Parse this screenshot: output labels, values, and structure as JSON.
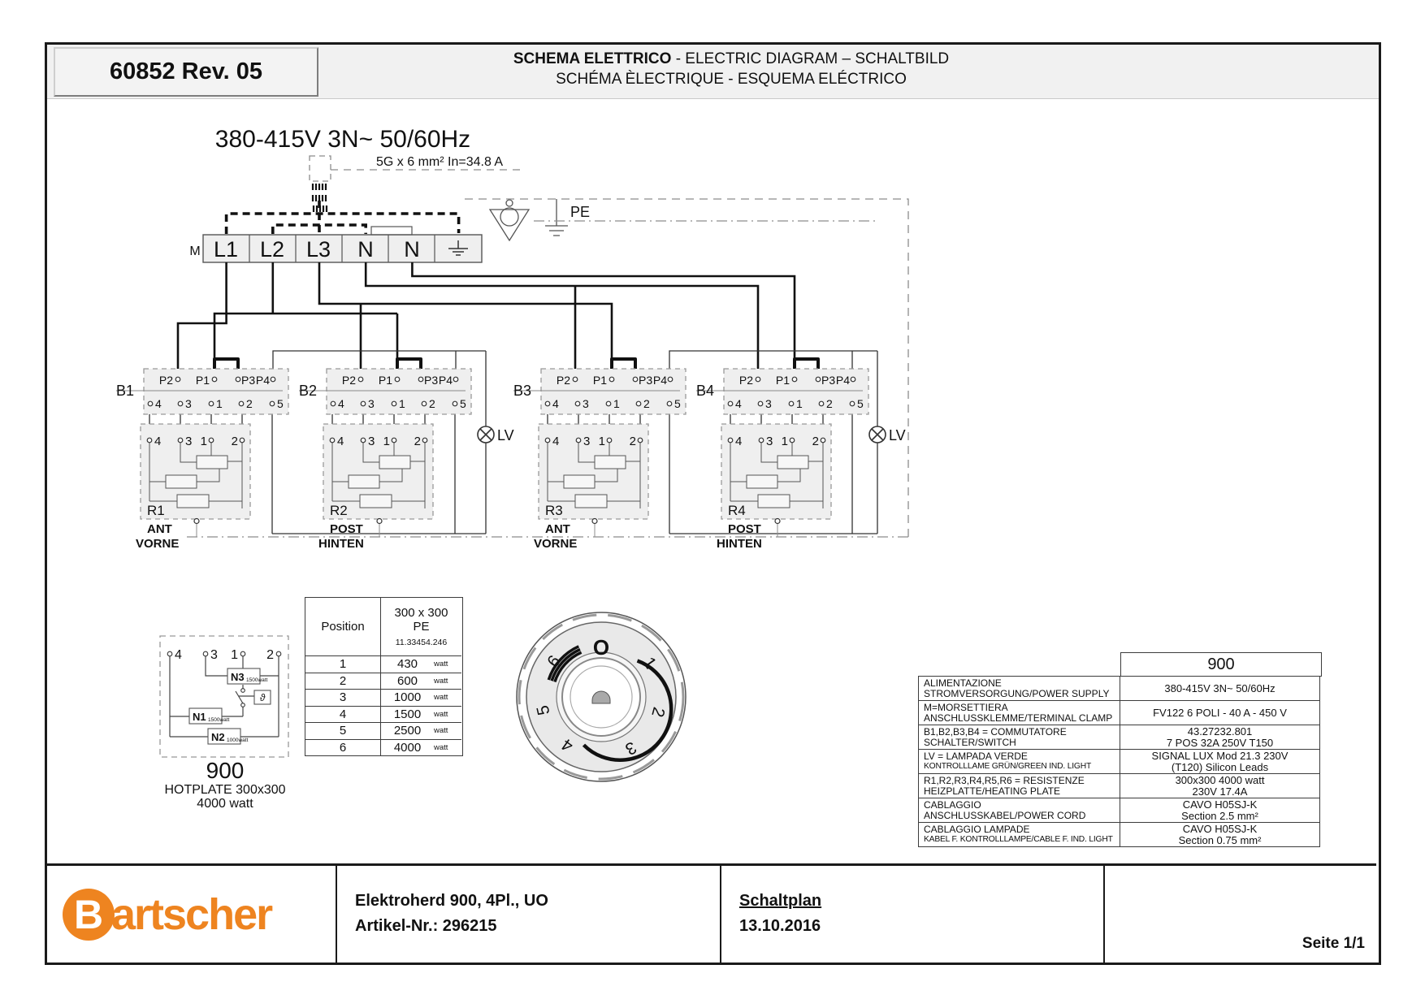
{
  "header": {
    "doc_number": "60852 Rev. 05",
    "title_line1_bold": "SCHEMA ELETTRICO",
    "title_line1_rest": " - ELECTRIC DIAGRAM – SCHALTBILD",
    "title_line2": "SCHÉMA ÈLECTRIQUE - ESQUEMA ELÉCTRICO"
  },
  "supply": {
    "voltage": "380-415V 3N~ 50/60Hz",
    "cable_spec": "5G x 6 mm² In=34.8 A",
    "terminal_block_label": "M",
    "terminals": [
      "L1",
      "L2",
      "L3",
      "N",
      "N"
    ],
    "pe_label": "PE"
  },
  "switch_labels": [
    "B1",
    "B2",
    "B3",
    "B4"
  ],
  "switch_top_labels": [
    "P2",
    "P1",
    "P3",
    "P4"
  ],
  "switch_bottom_labels": [
    "4",
    "3",
    "1",
    "2",
    "5"
  ],
  "lamps": {
    "label": "LV"
  },
  "resistor_terminals": [
    "4",
    "3",
    "1",
    "2"
  ],
  "resistors": [
    {
      "label": "R1",
      "pos1": "ANT",
      "pos2": "VORNE"
    },
    {
      "label": "R2",
      "pos1": "POST",
      "pos2": "HINTEN"
    },
    {
      "label": "R3",
      "pos1": "ANT",
      "pos2": "VORNE"
    },
    {
      "label": "R4",
      "pos1": "POST",
      "pos2": "HINTEN"
    }
  ],
  "hotplate_detail": {
    "terminals": [
      "4",
      "3",
      "1",
      "2"
    ],
    "elements": [
      {
        "name": "N3",
        "watt": "1500watt"
      },
      {
        "name": "N1",
        "watt": "1500watt"
      },
      {
        "name": "N2",
        "watt": "1000watt"
      }
    ],
    "thermostat": "ϑ",
    "title": "900",
    "subtitle": "HOTPLATE 300x300",
    "power": "4000 watt"
  },
  "position_table": {
    "col1_header": "Position",
    "col2_header_line1": "300 x 300",
    "col2_header_line2": "PE",
    "col2_header_code": "11.33454.246",
    "watt_unit": "watt",
    "rows": [
      {
        "position": "1",
        "watt": "430"
      },
      {
        "position": "2",
        "watt": "600"
      },
      {
        "position": "3",
        "watt": "1000"
      },
      {
        "position": "4",
        "watt": "1500"
      },
      {
        "position": "5",
        "watt": "2500"
      },
      {
        "position": "6",
        "watt": "4000"
      }
    ]
  },
  "knob": {
    "off": "O",
    "positions": [
      "1",
      "2",
      "3",
      "4",
      "5",
      "6"
    ]
  },
  "spec_table": {
    "model": "900",
    "rows": [
      {
        "label1": "ALIMENTAZIONE",
        "label2": "STROMVERSORGUNG/POWER SUPPLY",
        "value1": "380-415V 3N~ 50/60Hz",
        "value2": ""
      },
      {
        "label1": "M=MORSETTIERA",
        "label2": "ANSCHLUSSKLEMME/TERMINAL CLAMP",
        "value1": "FV122 6 POLI - 40 A - 450 V",
        "value2": ""
      },
      {
        "label1": "B1,B2,B3,B4 = COMMUTATORE",
        "label2": "SCHALTER/SWITCH",
        "value1": "43.27232.801",
        "value2": "7 POS 32A 250V T150"
      },
      {
        "label1": "LV = LAMPADA VERDE",
        "label2": "KONTROLLLAME GRÜN/GREEN IND. LIGHT",
        "value1": "SIGNAL LUX Mod 21.3 230V",
        "value2": "(T120) Silicon Leads"
      },
      {
        "label1": "R1,R2,R3,R4,R5,R6 = RESISTENZE",
        "label2": "HEIZPLATTE/HEATING PLATE",
        "value1": "300x300 4000 watt",
        "value2": "230V 17.4A"
      },
      {
        "label1": "CABLAGGIO",
        "label2": "ANSCHLUSSKABEL/POWER CORD",
        "value1": "CAVO H05SJ-K",
        "value2": "Section 2.5 mm²"
      },
      {
        "label1": "CABLAGGIO LAMPADE",
        "label2": "KABEL F. KONTROLLLAMPE/CABLE F. IND. LIGHT",
        "value1": "CAVO H05SJ-K",
        "value2": "Section 0.75 mm²"
      }
    ]
  },
  "footer": {
    "brand_initial": "B",
    "brand_rest": "artscher",
    "product_line1": "Elektroherd 900, 4Pl., UO",
    "product_line2": "Artikel-Nr.: 296215",
    "plan_label": "Schaltplan",
    "date": "13.10.2016",
    "page": "Seite 1/1",
    "brand_color": "#ee8420"
  }
}
